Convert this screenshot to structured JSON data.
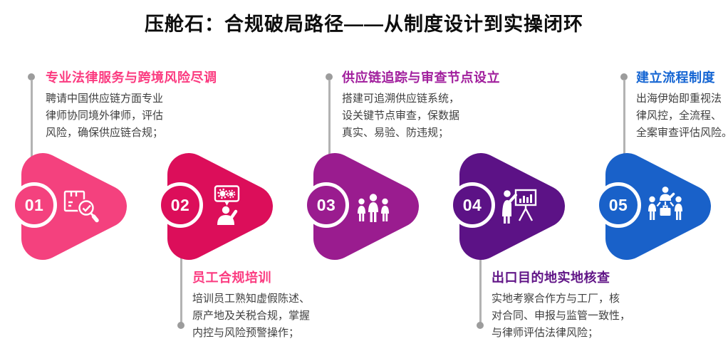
{
  "title": "压舱石：合规破局路径——从制度设计到实操闭环",
  "steps": [
    {
      "number": "01",
      "heading": "专业法律服务与跨境风险尽调",
      "lines": [
        "聘请中国供应链方面专业",
        "律师协同境外律师，评估",
        "风险，确保供应链合规；"
      ],
      "color": "#F4417E",
      "heading_color": "#FB3B80",
      "icon": "package-inspection-icon",
      "text_position": "top"
    },
    {
      "number": "02",
      "heading": "员工合规培训",
      "lines": [
        "培训员工熟知虚假陈述、",
        "原产地及关税合规，掌握",
        "内控与风险预警操作；"
      ],
      "color": "#DC0E5A",
      "heading_color": "#FB3B80",
      "icon": "employee-training-icon",
      "text_position": "bottom"
    },
    {
      "number": "03",
      "heading": "供应链追踪与审查节点设立",
      "lines": [
        "搭建可追溯供应链系统，",
        "设关键节点审查，保数据",
        "真实、易验、防违规；"
      ],
      "color": "#9A1C8F",
      "heading_color": "#A11F9D",
      "icon": "people-group-icon",
      "text_position": "top"
    },
    {
      "number": "04",
      "heading": "出口目的地实地核查",
      "lines": [
        "实地考察合作方与工厂，核",
        "对合同、申报与监管一致性，",
        "与律师评估法律风险；"
      ],
      "color": "#5C1286",
      "heading_color": "#611587",
      "icon": "site-presentation-icon",
      "text_position": "bottom"
    },
    {
      "number": "05",
      "heading": "建立流程制度",
      "lines": [
        "出海伊始即重视法",
        "律风控，全流程、",
        "全案审查评估风险。"
      ],
      "color": "#1961C9",
      "heading_color": "#1666D3",
      "icon": "team-organization-icon",
      "text_position": "top"
    }
  ],
  "colors": {
    "title_text": "#0d0d0d",
    "body_text": "#3f3f3f",
    "connector_line": "#b3b3b3",
    "connector_dot": "#9c9c9c",
    "icon_foreground": "#ffffff",
    "background": "#ffffff"
  }
}
